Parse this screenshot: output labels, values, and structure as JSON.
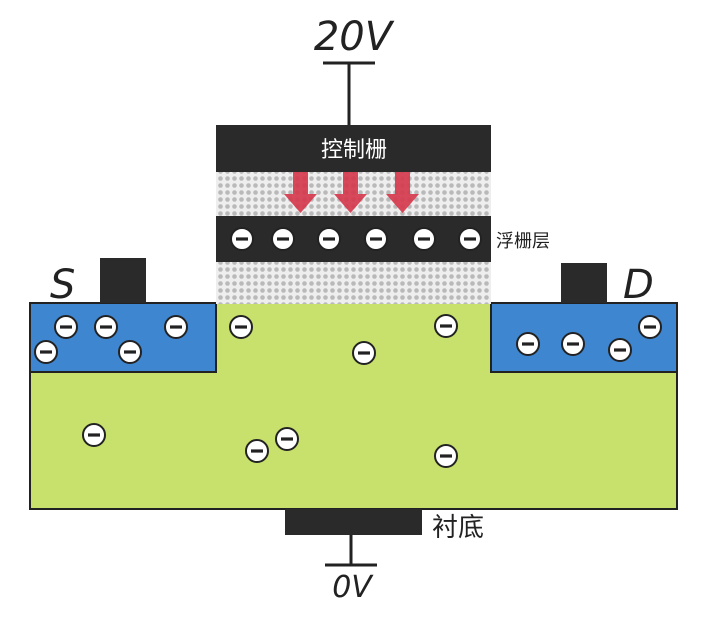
{
  "labels": {
    "gate_voltage": "20V",
    "substrate_voltage": "0V",
    "control_gate": "控制栅",
    "floating_gate": "浮栅层",
    "substrate": "衬底",
    "source": "S",
    "drain": "D"
  },
  "colors": {
    "substrate": "#c8e06c",
    "doped_region": "#3f86d0",
    "gate_block": "#2a2a2a",
    "oxide_dots": "#bdbdbd",
    "arrow": "#d63a4e",
    "electron_fill": "#ffffff"
  },
  "electron_symbol": "minus-circle-icon"
}
